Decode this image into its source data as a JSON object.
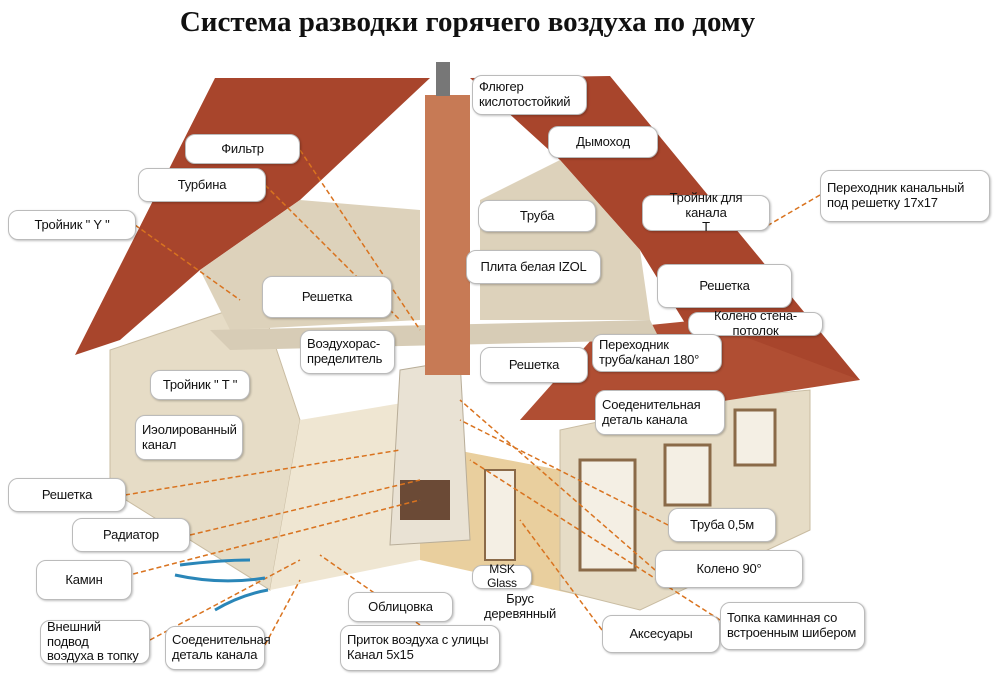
{
  "title": "Система разводки горячего воздуха по дому",
  "colors": {
    "roof": "#a8452c",
    "wall": "#e6dcc6",
    "floor": "#e9cf9e",
    "brick": "#c77a55",
    "leader": "#d9731f",
    "air": "#2a86b8"
  },
  "labels": {
    "flyuger": "Флюгер\nкислотостойкий",
    "dymokhod": "Дымоход",
    "filtr": "Фильтр",
    "turbina": "Турбина",
    "troynik_y": "Тройник \" Y \"",
    "truba": "Труба",
    "troynik_kanal": "Тройник для канала\nT",
    "perekhodnik_17": "Переходник канальный\nпод решетку 17x17",
    "plita": "Плита белая IZOL",
    "reshetka_1": "Решетка",
    "reshetka_2": "Решетка",
    "koleno_stena": "Колено стена-потолок",
    "vozdukhoraspr": "Воэдухорас-\nпределитель",
    "perekhodnik_180": "Переходник\nтруба/канал 180°",
    "reshetka_3": "Решетка",
    "troynik_t": "Тройник \" T \"",
    "soed_1": "Соеденительная\nдеталь  канала",
    "izol_kanal": "Иэолированный\nканал",
    "reshetka_4": "Решетка",
    "radiator": "Радиатор",
    "truba_05": "Труба 0,5м",
    "kamin": "Камин",
    "koleno_90": "Колено 90°",
    "msk": "MSK Glass",
    "oblicovka": "Облицовка",
    "brus": "Брус деревянный",
    "aksesuary": "Аксесуары",
    "topka": "Топка каминная со\nвстроенным шибером",
    "vneshniy": "Внешний подвод\nвоэдуха в топку",
    "soed_2": "Соеденительная\nдеталь канала",
    "pritok": "Приток воэдуха с улицы\nКанал 5x15"
  }
}
